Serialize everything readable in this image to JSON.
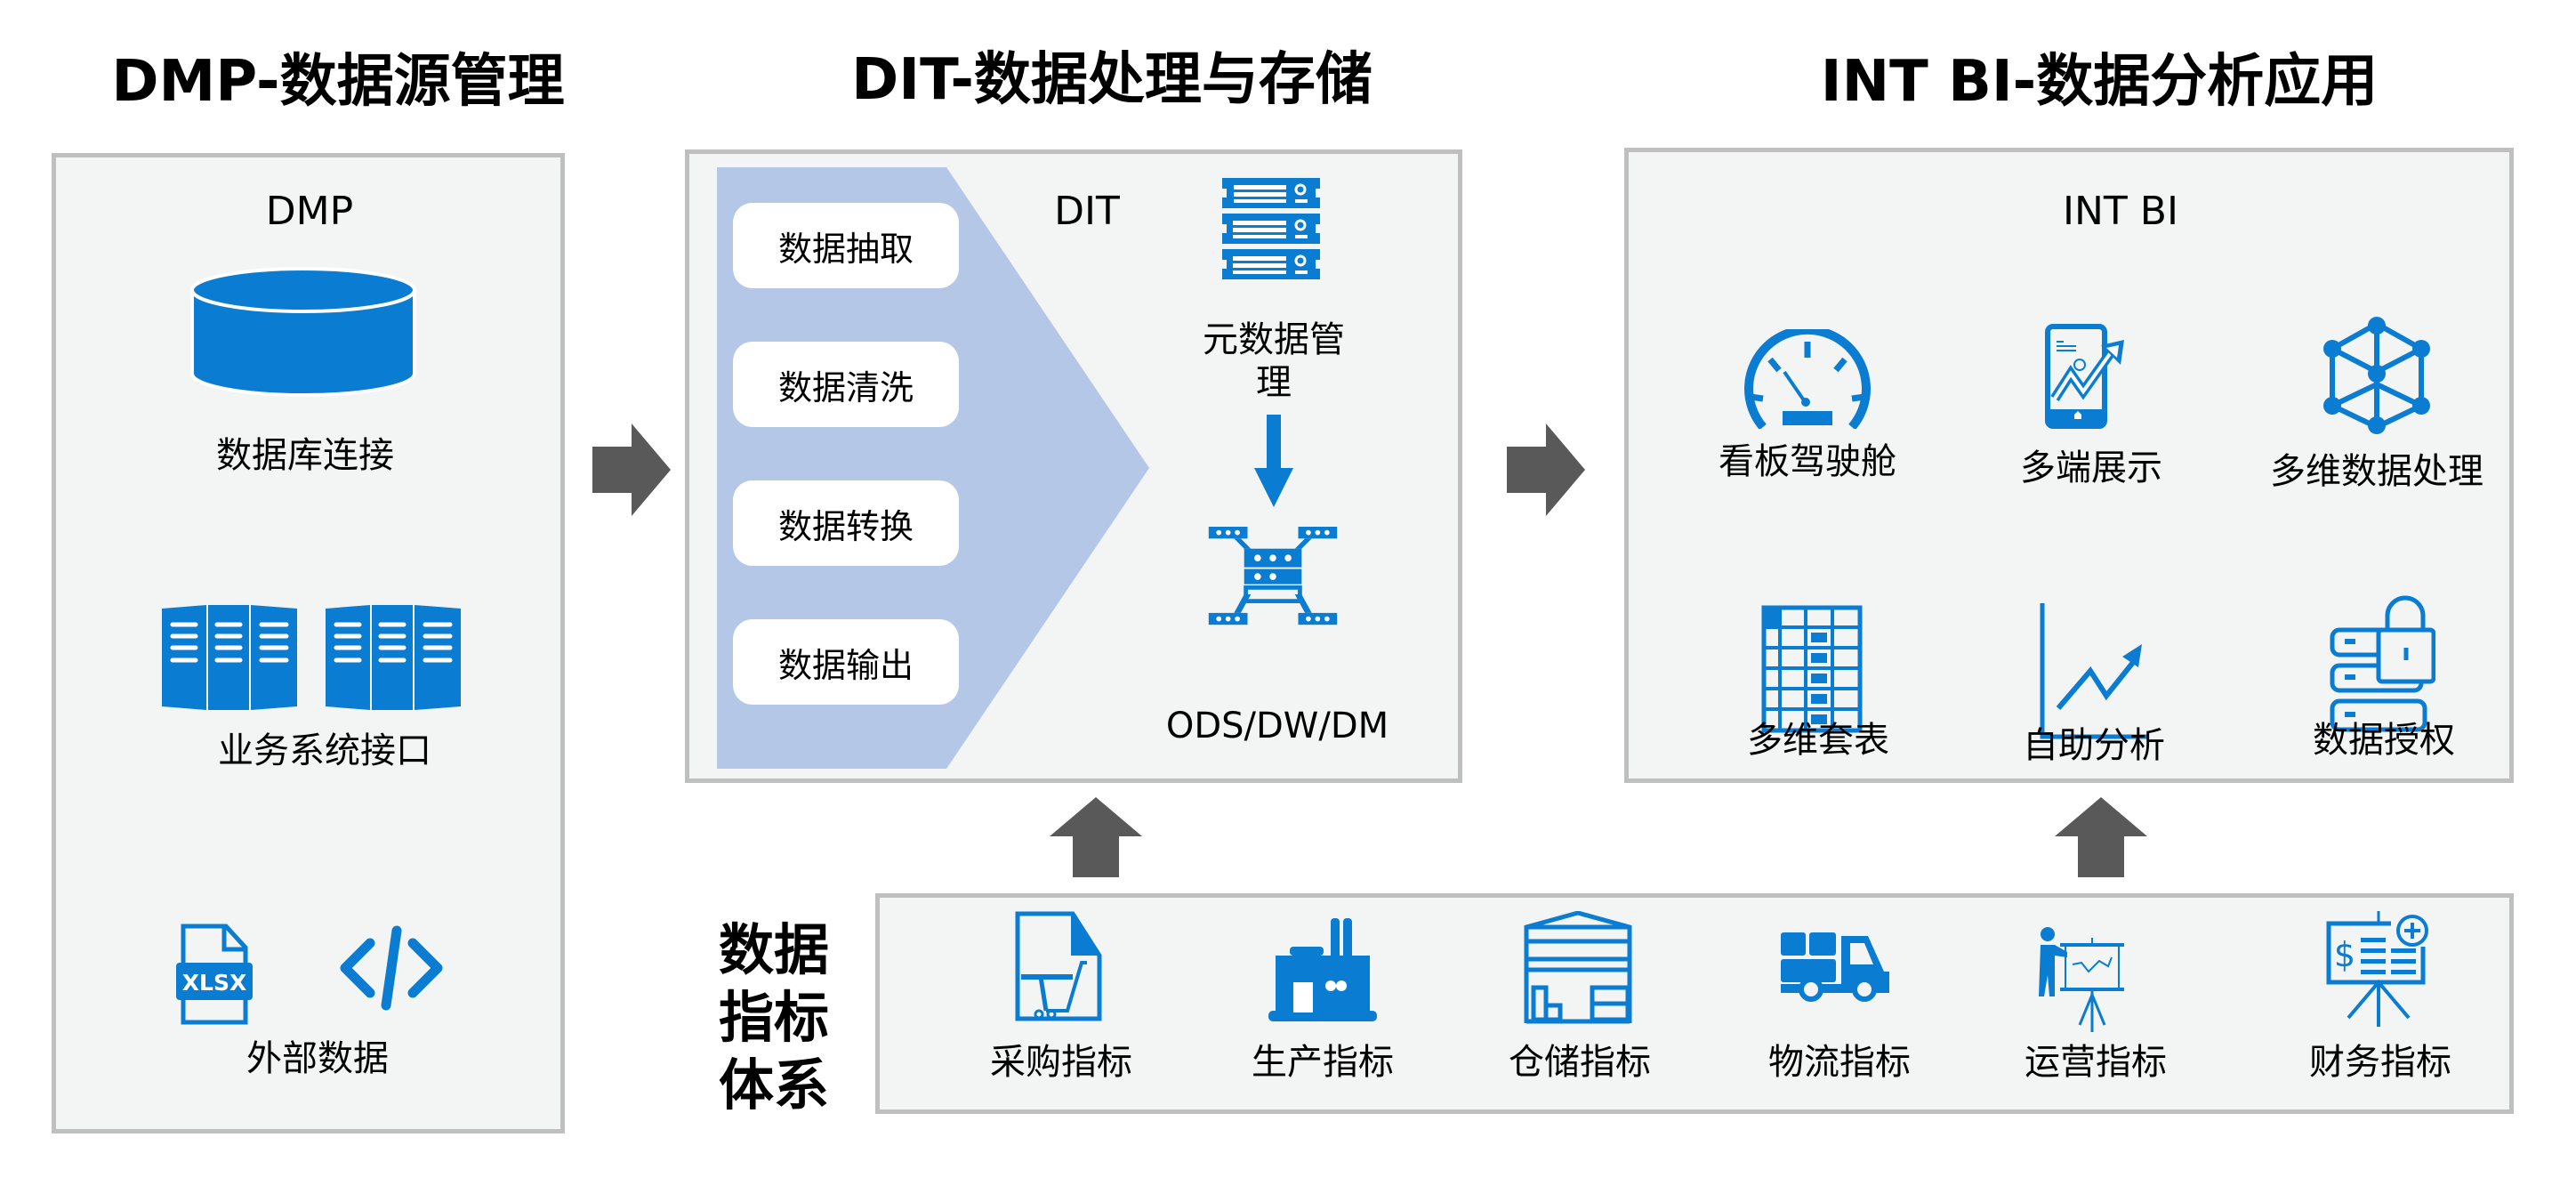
{
  "colors": {
    "accent": "#0a7dd2",
    "chevron": "#b4c7e7",
    "panel_bg": "#f3f4f4",
    "panel_border": "#bfbfbf",
    "arrow": "#595959"
  },
  "sections": {
    "dmp": {
      "title": "DMP-数据源管理",
      "panel_label": "DMP",
      "items": [
        {
          "icon": "database-icon",
          "label": "数据库连接"
        },
        {
          "icon": "server-rack-icon",
          "label": "业务系统接口"
        },
        {
          "icon": "xlsx-file-and-code-icon",
          "label": "外部数据"
        }
      ]
    },
    "dit": {
      "title": "DIT-数据处理与存储",
      "panel_label": "DIT",
      "steps": [
        "数据抽取",
        "数据清洗",
        "数据转换",
        "数据输出"
      ],
      "metadata_label_line1": "元数据管",
      "metadata_label_line2": "理",
      "storage_label": "ODS/DW/DM"
    },
    "bi": {
      "title": "INT BI-数据分析应用",
      "panel_label": "INT BI",
      "items": [
        {
          "icon": "speedometer-icon",
          "label": "看板驾驶舱"
        },
        {
          "icon": "mobile-chart-icon",
          "label": "多端展示"
        },
        {
          "icon": "cube-network-icon",
          "label": "多维数据处理"
        },
        {
          "icon": "table-grid-icon",
          "label": "多维套表"
        },
        {
          "icon": "line-chart-icon",
          "label": "自助分析"
        },
        {
          "icon": "database-lock-icon",
          "label": "数据授权"
        }
      ]
    },
    "indicators": {
      "title_lines": [
        "数据",
        "指标",
        "体系"
      ],
      "items": [
        {
          "icon": "shopping-cart-doc-icon",
          "label": "采购指标"
        },
        {
          "icon": "factory-icon",
          "label": "生产指标"
        },
        {
          "icon": "warehouse-icon",
          "label": "仓储指标"
        },
        {
          "icon": "truck-icon",
          "label": "物流指标"
        },
        {
          "icon": "presentation-icon",
          "label": "运营指标"
        },
        {
          "icon": "finance-board-icon",
          "label": "财务指标"
        }
      ]
    }
  }
}
